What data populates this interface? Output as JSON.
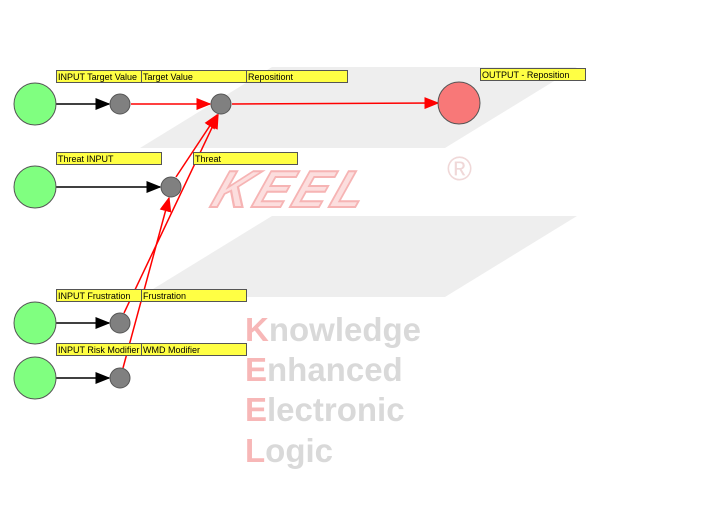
{
  "watermark": {
    "logo": "KEEL",
    "registered": "®",
    "lines": [
      {
        "first": "K",
        "rest": "nowledge"
      },
      {
        "first": "E",
        "rest": "nhanced"
      },
      {
        "first": "E",
        "rest": "lectronic"
      },
      {
        "first": "L",
        "rest": "ogic"
      }
    ]
  },
  "labels": {
    "input_target_value": "INPUT Target Value",
    "target_value": "Target Value",
    "repositiont": "Repositiont",
    "output_reposition": "OUTPUT - Reposition",
    "threat_input": "Threat INPUT",
    "threat": "Threat",
    "input_frustration": "INPUT Frustration",
    "frustration": "Frustration",
    "input_risk_modifier": "INPUT Risk Modifier",
    "wmd_modifier": "WMD Modifier"
  },
  "colors": {
    "input": "#80ff80",
    "output": "#f87878",
    "node": "#808080",
    "label": "#ffff44",
    "link": "#ff0000"
  }
}
